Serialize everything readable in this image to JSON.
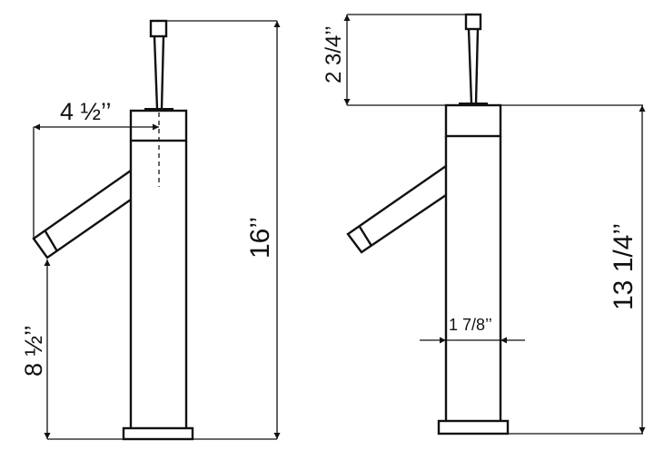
{
  "diagram": {
    "side_view": {
      "spout_reach": "4 ½’’",
      "overall_height": "16’’",
      "spout_height": "8 ½’’"
    },
    "front_view": {
      "handle_height": "2 3/4’’",
      "body_height": "13 1/4’’",
      "body_width": "1 7/8’’"
    },
    "colors": {
      "line": "#111111",
      "background": "#ffffff"
    }
  }
}
